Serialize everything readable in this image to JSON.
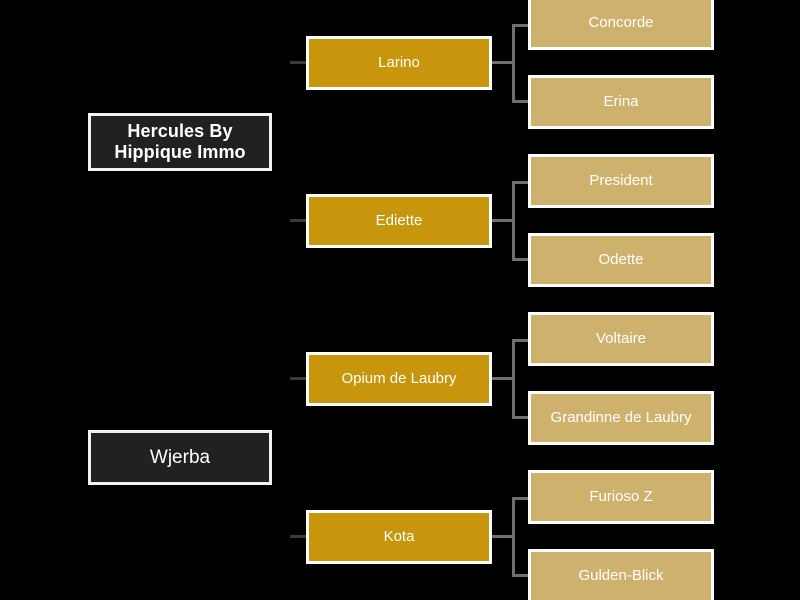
{
  "chart": {
    "type": "pedigree-tree",
    "background_color": "#000000",
    "generations": [
      {
        "name": "subject",
        "box_color": "#212121",
        "border_color": "#f2f2f2",
        "text_color": "#ffffff"
      },
      {
        "name": "parents",
        "box_color": "#c8960c",
        "border_color": "#fdfdfd",
        "text_color": "#ffffff"
      },
      {
        "name": "grandparents",
        "box_color": "#cfb16e",
        "border_color": "#fdfdfd",
        "text_color": "#ffffff"
      }
    ],
    "connector_color": "#6e6e6e"
  },
  "nodes": {
    "root": [
      {
        "id": "root-1",
        "label": "Hercules By Hippique Immo",
        "bold": true
      },
      {
        "id": "root-2",
        "label": "Wjerba",
        "bold": false
      }
    ],
    "mid": [
      {
        "id": "mid-1",
        "label": "Larino"
      },
      {
        "id": "mid-2",
        "label": "Ediette"
      },
      {
        "id": "mid-3",
        "label": "Opium de Laubry"
      },
      {
        "id": "mid-4",
        "label": "Kota"
      }
    ],
    "outer": [
      {
        "id": "outer-1",
        "label": "Concorde"
      },
      {
        "id": "outer-2",
        "label": "Erina"
      },
      {
        "id": "outer-3",
        "label": "President"
      },
      {
        "id": "outer-4",
        "label": "Odette"
      },
      {
        "id": "outer-5",
        "label": "Voltaire"
      },
      {
        "id": "outer-6",
        "label": "Grandinne de Laubry"
      },
      {
        "id": "outer-7",
        "label": "Furioso Z"
      },
      {
        "id": "outer-8",
        "label": "Gulden-Blick"
      }
    ]
  }
}
